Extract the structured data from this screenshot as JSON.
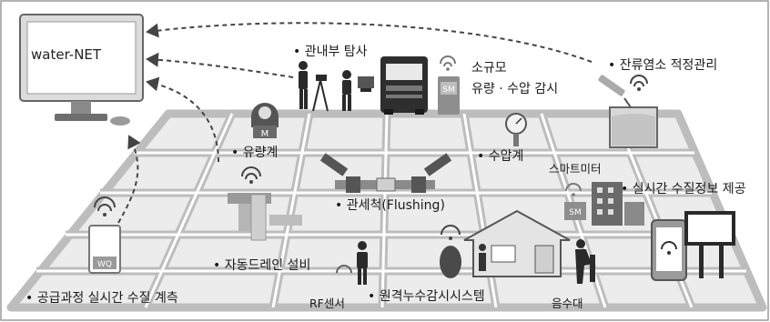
{
  "monitor_label": "water-NET",
  "labels": {
    "inspection": "• 관내부 탐사",
    "small_scale": "소규모",
    "flow_pressure": "유량   · 수압  감시",
    "chlorine": "• 잔류염소 적정관리",
    "flowmeter": "• 유량계",
    "pressure_gauge": "• 수압계",
    "smart_meter": "스마트미터",
    "flushing": "• 관세척(Flushing)",
    "realtime_info": "• 실시간 수질정보 제공",
    "auto_drain": "• 자동드레인 설비",
    "rf_sensor": "RF센서",
    "leak_detection": "• 원격누수감시시스템",
    "fountain": "음수대",
    "supply_monitoring": "• 공급과정 실시간 수질 계측"
  },
  "device_tags": {
    "sm_small": "SM",
    "sm_meter": "SM",
    "meter_m": "M",
    "wq": "WQ"
  }
}
